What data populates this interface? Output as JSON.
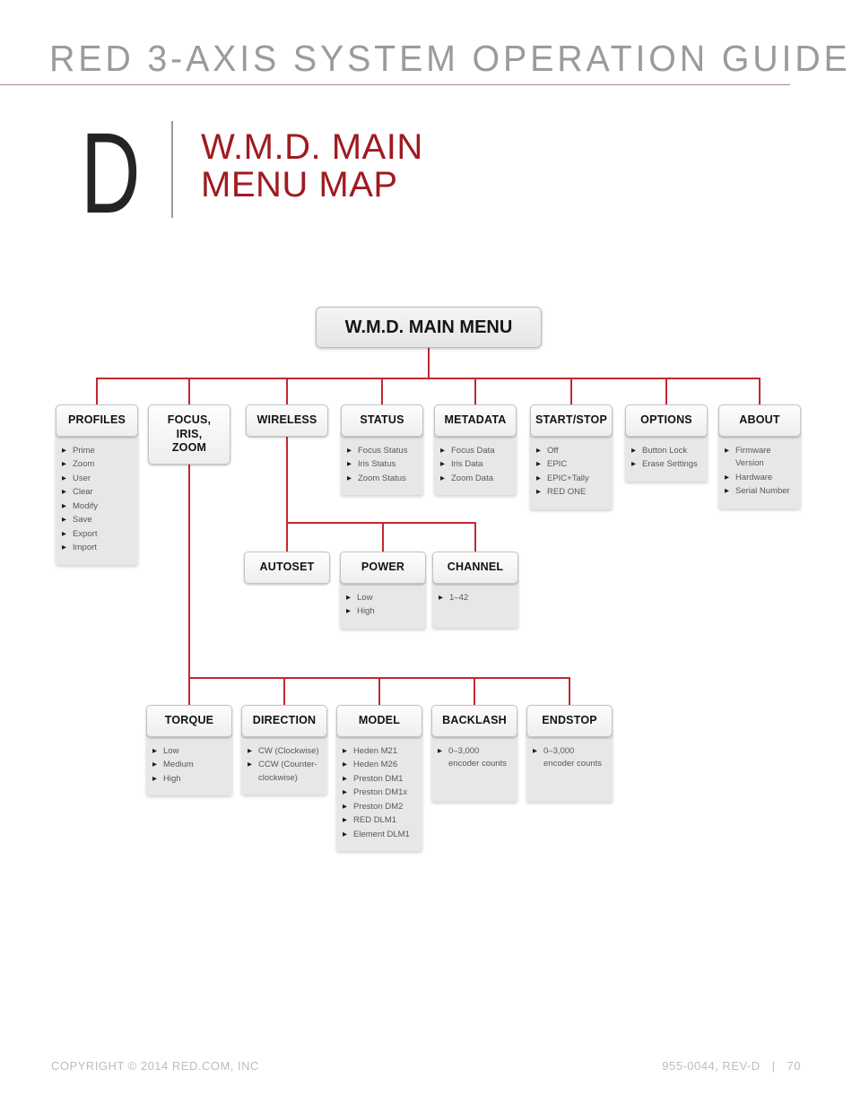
{
  "page": {
    "header_title": "RED 3-AXIS SYSTEM OPERATION GUIDE",
    "chapter_letter": "D",
    "chapter_title_line1": "W.M.D. MAIN",
    "chapter_title_line2": "MENU MAP",
    "footer_left": "COPYRIGHT © 2014 RED.COM, INC",
    "footer_doc": "955-0044, REV-D",
    "footer_separator": "|",
    "footer_page": "70"
  },
  "icons": {
    "triangle_bullet": "▶"
  },
  "colors": {
    "connector_red": "#c2282f",
    "chapter_title_red": "#9e1b20",
    "header_text_gray": "#9b9b9b",
    "header_rule": "#ab8a8b",
    "panel_gray": "#e7e7e7",
    "box_border": "#c3c3c3",
    "footer_gray": "#bcbcbc"
  },
  "diagram": {
    "root": {
      "label": "W.M.D. MAIN MENU"
    },
    "nodes": {
      "profiles": {
        "label": "PROFILES",
        "items": [
          "Prime",
          "Zoom",
          "User",
          "Clear",
          "Modify",
          "Save",
          "Export",
          "Import"
        ]
      },
      "fiz": {
        "label_lines": [
          "FOCUS,",
          "IRIS,",
          "ZOOM"
        ]
      },
      "wireless": {
        "label": "WIRELESS"
      },
      "status": {
        "label": "STATUS",
        "items": [
          "Focus Status",
          "Iris Status",
          "Zoom Status"
        ]
      },
      "metadata": {
        "label": "METADATA",
        "items": [
          "Focus Data",
          "Iris Data",
          "Zoom Data"
        ]
      },
      "startstop": {
        "label": "START/STOP",
        "items": [
          "Off",
          "EPIC",
          "EPIC+Tally",
          "RED ONE"
        ]
      },
      "options": {
        "label": "OPTIONS",
        "items": [
          "Button Lock",
          "Erase Settings"
        ]
      },
      "about": {
        "label": "ABOUT",
        "items": [
          "Firmware Version",
          "Hardware",
          "Serial Number"
        ]
      },
      "autoset": {
        "label": "AUTOSET"
      },
      "power": {
        "label": "POWER",
        "items": [
          "Low",
          "High"
        ]
      },
      "channel": {
        "label": "CHANNEL",
        "items": [
          "1–42"
        ]
      },
      "torque": {
        "label": "TORQUE",
        "items": [
          "Low",
          "Medium",
          "High"
        ]
      },
      "direction": {
        "label": "DIRECTION",
        "items": [
          "CW (Clockwise)",
          "CCW (Counter-clockwise)"
        ]
      },
      "model": {
        "label": "MODEL",
        "items": [
          "Heden M21",
          "Heden M26",
          "Preston DM1",
          "Preston DM1x",
          "Preston DM2",
          "RED DLM1",
          "Element DLM1"
        ]
      },
      "backlash": {
        "label": "BACKLASH",
        "items": [
          [
            "0–3,000",
            "encoder counts"
          ]
        ]
      },
      "endstop": {
        "label": "ENDSTOP",
        "items": [
          [
            "0–3,000",
            "encoder counts"
          ]
        ]
      }
    }
  }
}
